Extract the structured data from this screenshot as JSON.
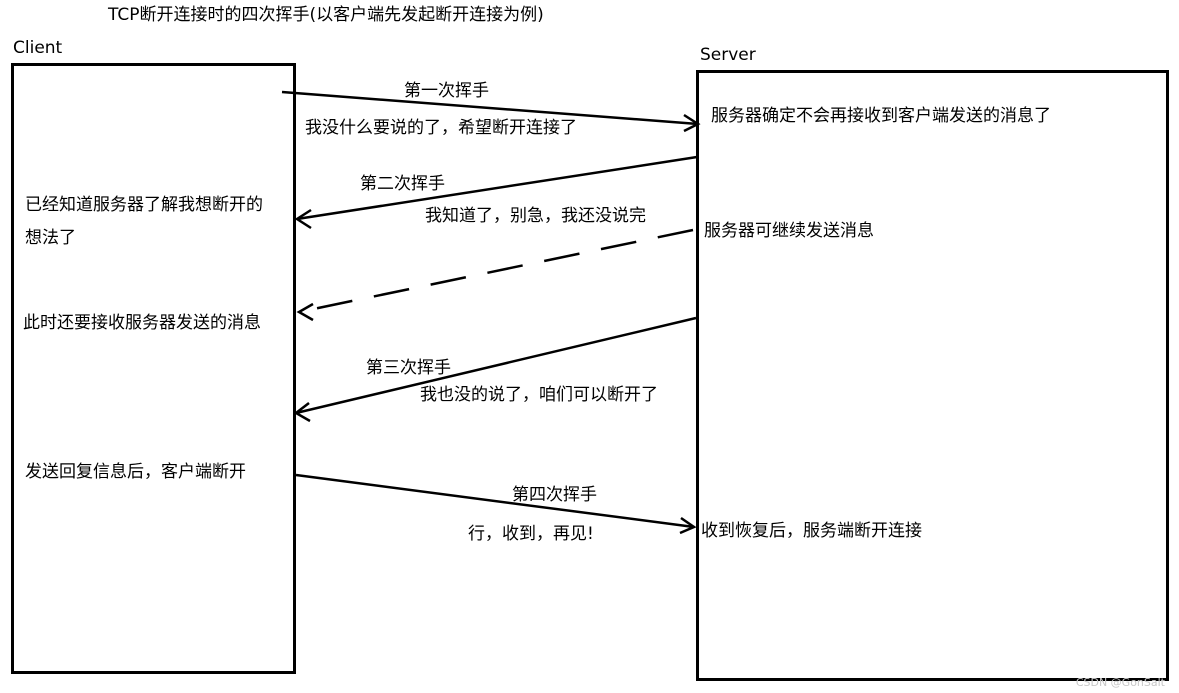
{
  "title": "TCP断开连接时的四次挥手(以客户端先发起断开连接为例)",
  "client": {
    "label": "Client",
    "notes": [
      "已经知道服务器了解我想断开的",
      "想法了",
      "此时还要接收服务器发送的消息",
      "发送回复信息后，客户端断开"
    ]
  },
  "server": {
    "label": "Server",
    "notes": [
      "服务器确定不会再接收到客户端发送的消息了",
      "服务器可继续发送消息",
      "收到恢复后，服务端断开连接"
    ]
  },
  "handshakes": [
    {
      "label": "第一次挥手",
      "message": "我没什么要说的了，希望断开连接了"
    },
    {
      "label": "第二次挥手",
      "message": "我知道了，别急，我还没说完"
    },
    {
      "label": "第三次挥手",
      "message": "我也没的说了，咱们可以断开了"
    },
    {
      "label": "第四次挥手",
      "message": "行，收到，再见!"
    }
  ],
  "watermark": "CSDN @GonSalt",
  "colors": {
    "stroke": "#000000",
    "background": "#ffffff"
  }
}
